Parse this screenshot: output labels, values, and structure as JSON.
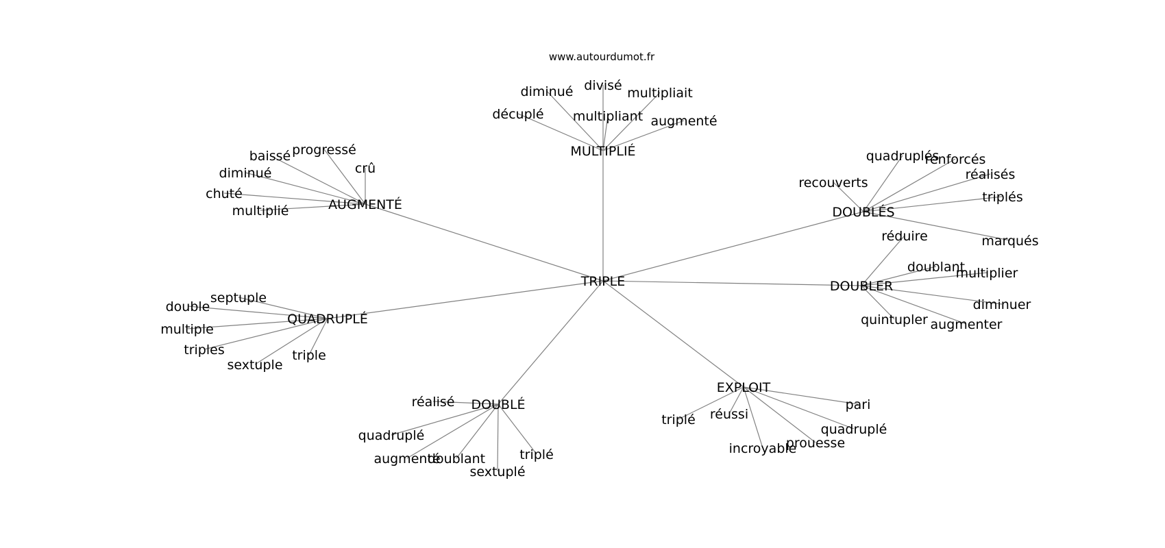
{
  "site_label": "www.autourdumot.fr",
  "graph": {
    "center": "TRIPLE",
    "clusters": [
      {
        "hub": "MULTIPLIÉ",
        "leaves": [
          "diminué",
          "divisé",
          "multipliait",
          "décuplé",
          "multipliant",
          "augmenté"
        ]
      },
      {
        "hub": "AUGMENTÉ",
        "leaves": [
          "baissé",
          "progressé",
          "crû",
          "diminué",
          "chuté",
          "multiplié"
        ]
      },
      {
        "hub": "DOUBLÉS",
        "leaves": [
          "quadruplés",
          "renforcés",
          "recouverts",
          "réalisés",
          "triplés",
          "marqués"
        ]
      },
      {
        "hub": "DOUBLER",
        "leaves": [
          "réduire",
          "doublant",
          "multiplier",
          "diminuer",
          "quintupler",
          "augmenter"
        ]
      },
      {
        "hub": "QUADRUPLÉ",
        "leaves": [
          "septuple",
          "double",
          "multiple",
          "triples",
          "sextuple",
          "triple"
        ]
      },
      {
        "hub": "DOUBLÉ",
        "leaves": [
          "réalisé",
          "quadruplé",
          "augmenté",
          "doublant",
          "triplé",
          "sextuplé"
        ]
      },
      {
        "hub": "EXPLOIT",
        "leaves": [
          "pari",
          "triplé",
          "réussi",
          "quadruplé",
          "incroyable",
          "prouesse"
        ]
      }
    ]
  }
}
